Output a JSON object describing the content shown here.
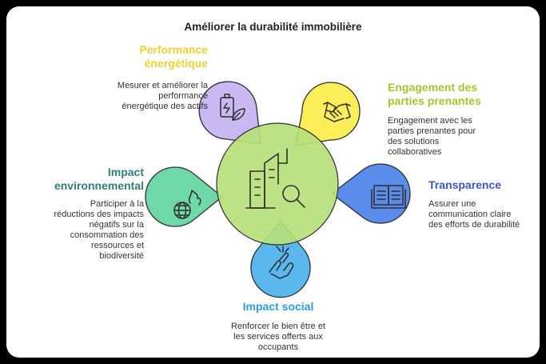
{
  "title": "Améliorer la durabilité immobilière",
  "nodes": {
    "performance": {
      "heading": [
        "Performance",
        "énergétique"
      ],
      "description": [
        "Mesurer et améliorer la",
        "performance",
        "énergétique des actifs"
      ],
      "color": "#EAD230",
      "fill": "#C9B8F2",
      "icon": "battery-leaf-icon"
    },
    "engagement": {
      "heading": [
        "Engagement des",
        "parties prenantes"
      ],
      "description": [
        "Engagement avec les",
        "parties prenantes pour",
        "des solutions",
        "collaboratives"
      ],
      "color": "#A7C52A",
      "fill": "#FBEE58",
      "icon": "handshake-icon"
    },
    "transparence": {
      "heading": [
        "Transparence"
      ],
      "description": [
        "Assurer une",
        "communication claire",
        "des efforts de durabilité"
      ],
      "color": "#3A58B8",
      "fill": "#5A8DEB",
      "icon": "open-book-icon"
    },
    "social": {
      "heading": [
        "Impact social"
      ],
      "description": [
        "Renforcer le bien être et",
        "les services offerts aux",
        "occupants"
      ],
      "color": "#2B9FDC",
      "fill": "#5AB8EE",
      "icon": "helping-hands-icon"
    },
    "environnemental": {
      "heading": [
        "Impact",
        "environnemental"
      ],
      "description": [
        "Participer à la",
        "réductions des impacts",
        "négatifs sur la",
        "consommation des",
        "ressources et",
        "biodiversité"
      ],
      "color": "#2E7F70",
      "fill": "#6FD8A8",
      "icon": "globe-fire-icon"
    }
  },
  "center": {
    "fill": "#B7E07A",
    "icon": "building-search-icon"
  }
}
